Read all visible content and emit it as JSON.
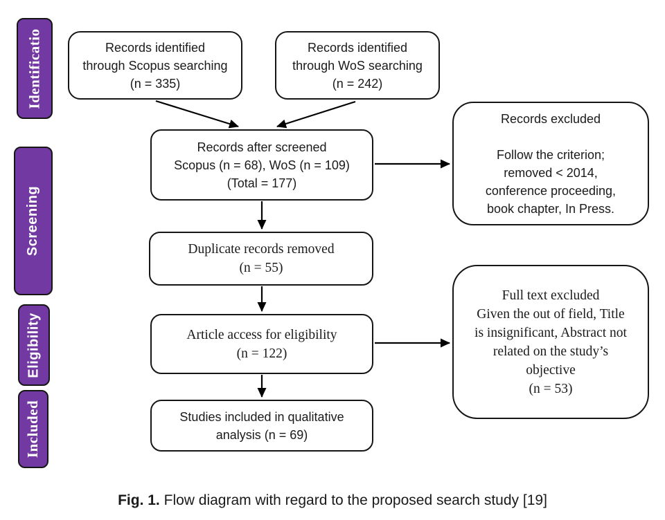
{
  "colors": {
    "sidebar_bg": "#7239a3",
    "sidebar_text": "#ffffff",
    "box_bg": "#ffffff",
    "box_border": "#151515",
    "arrow": "#000000",
    "page_bg": "#ffffff"
  },
  "sidebar": {
    "labels": [
      {
        "label": "Identificatio"
      },
      {
        "label": "Screening"
      },
      {
        "label": "Eligibility"
      },
      {
        "label": "Included"
      }
    ]
  },
  "boxes": {
    "scopus": [
      "Records identified",
      "through Scopus searching",
      "(n = 335)"
    ],
    "wos": [
      "Records identified",
      "through WoS searching",
      "(n = 242)"
    ],
    "screened": [
      "Records after screened",
      "Scopus (n = 68), WoS (n = 109)",
      "(Total = 177)"
    ],
    "records_excluded": [
      "Records excluded",
      "",
      "Follow the criterion;",
      "removed < 2014,",
      "conference proceeding,",
      "book chapter, In Press."
    ],
    "duplicates": [
      "Duplicate records removed",
      "(n = 55)"
    ],
    "eligibility": [
      "Article access for eligibility",
      "(n = 122)"
    ],
    "fulltext_excluded": [
      "Full text excluded",
      "Given the out of field, Title",
      "is insignificant, Abstract not",
      "related on the study’s",
      "objective",
      "(n = 53)"
    ],
    "included": [
      "Studies included in qualitative",
      "analysis (n = 69)"
    ]
  },
  "caption": {
    "label": "Fig. 1.",
    "text": " Flow diagram with regard to the proposed search study [19]"
  }
}
